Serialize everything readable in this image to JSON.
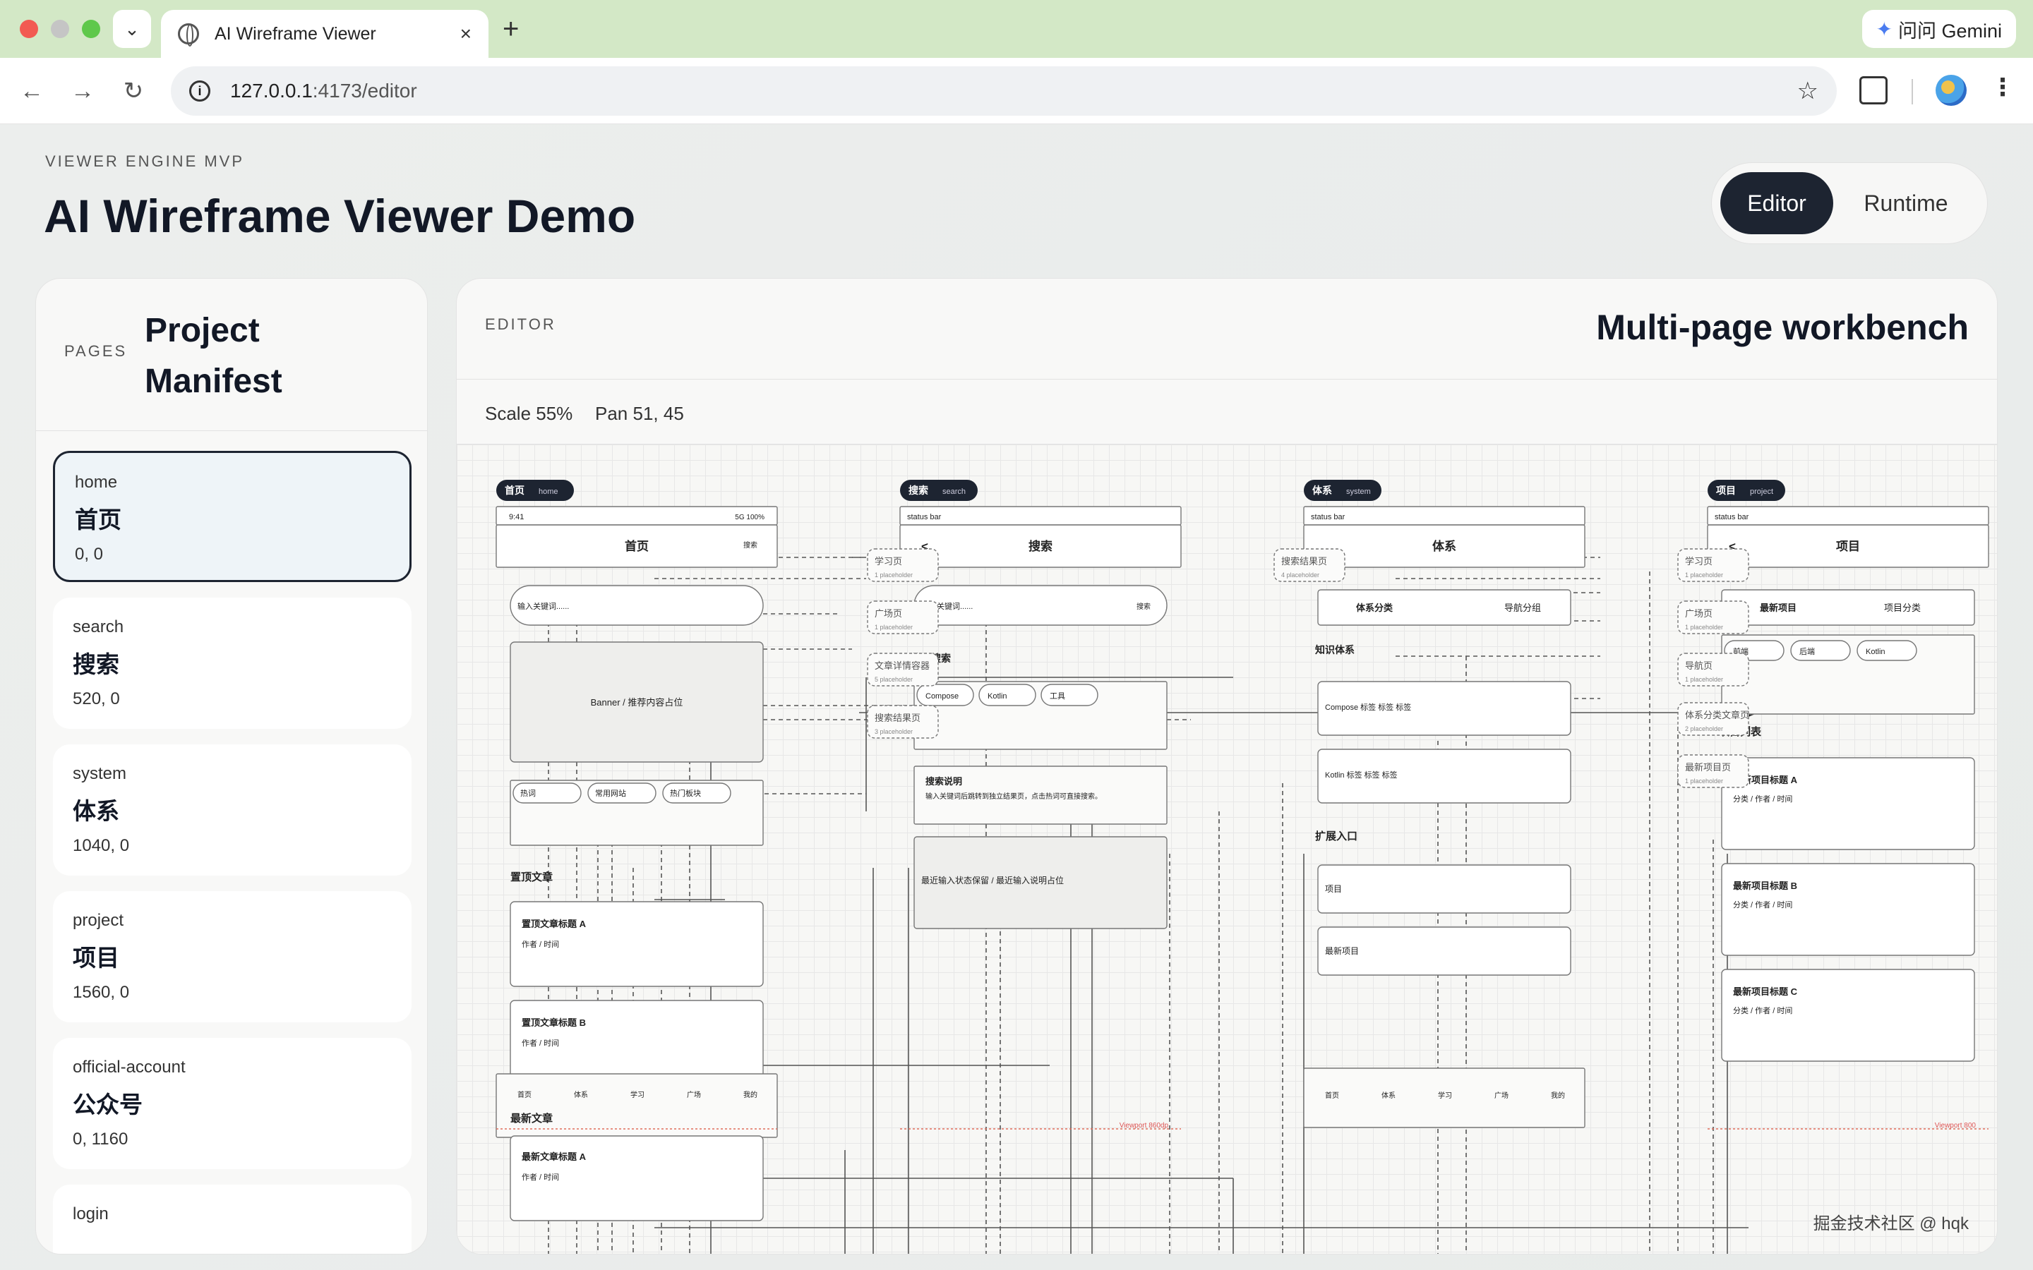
{
  "browser": {
    "tab_title": "AI Wireframe Viewer",
    "tab_close": "×",
    "new_tab": "+",
    "gemini_label": "问问 Gemini",
    "url_host": "127.0.0.1",
    "url_rest": ":4173/editor",
    "nav": {
      "back": "←",
      "forward": "→",
      "reload": "↻",
      "bookmark": "☆",
      "menu": "⋮",
      "tab_dropdown": "⌄"
    }
  },
  "header": {
    "eyebrow": "VIEWER ENGINE MVP",
    "title": "AI Wireframe Viewer Demo",
    "mode_editor": "Editor",
    "mode_runtime": "Runtime"
  },
  "sidebar": {
    "label": "PAGES",
    "title": "Project Manifest",
    "items": [
      {
        "id": "home",
        "name": "首页",
        "pos": "0, 0"
      },
      {
        "id": "search",
        "name": "搜索",
        "pos": "520, 0"
      },
      {
        "id": "system",
        "name": "体系",
        "pos": "1040, 0"
      },
      {
        "id": "project",
        "name": "项目",
        "pos": "1560, 0"
      },
      {
        "id": "official-account",
        "name": "公众号",
        "pos": "0, 1160"
      },
      {
        "id": "login",
        "name": "",
        "pos": ""
      }
    ]
  },
  "editor": {
    "label": "EDITOR",
    "title": "Multi-page workbench",
    "scale": "Scale 55%",
    "pan": "Pan 51, 45",
    "watermark": "掘金技术社区 @ hqk"
  },
  "canvas": {
    "frames": [
      {
        "tag": "首页",
        "sub": "home"
      },
      {
        "tag": "搜索",
        "sub": "search"
      },
      {
        "tag": "体系",
        "sub": "system"
      },
      {
        "tag": "项目",
        "sub": "project"
      }
    ],
    "home": {
      "time": "9:41",
      "signal": "5G 100%",
      "nav_title": "首页",
      "nav_action": "搜索",
      "search": "输入关键词......",
      "banner": "Banner / 推荐内容占位",
      "chips": [
        "热词",
        "常用网站",
        "热门板块"
      ],
      "pinned_title": "置顶文章",
      "pinned": [
        {
          "t": "置顶文章标题 A",
          "m": "作者 / 时间"
        },
        {
          "t": "置顶文章标题 B",
          "m": "作者 / 时间"
        }
      ],
      "latest_title": "最新文章",
      "latest": [
        {
          "t": "最新文章标题 A",
          "m": "作者 / 时间"
        }
      ],
      "tabs": [
        "首页",
        "体系",
        "学习",
        "广场",
        "我的"
      ]
    },
    "search": {
      "status": "status bar",
      "back": "<",
      "nav_title": "搜索",
      "input": "输入关键词......",
      "action": "搜索",
      "hot_title": "热门搜索",
      "hot": [
        "Compose",
        "Kotlin",
        "工具"
      ],
      "desc_title": "搜索说明",
      "desc": "输入关键词后跳转到独立结果页，点击热词可直接搜索。",
      "recent": "最近输入状态保留 / 最近输入说明占位",
      "viewport": "Viewport 860dp"
    },
    "system": {
      "status": "status bar",
      "nav_title": "体系",
      "tabs": [
        "体系分类",
        "导航分组"
      ],
      "knowledge_title": "知识体系",
      "cards": [
        "Compose 标签 标签 标签",
        "Kotlin 标签 标签 标签"
      ],
      "ext_title": "扩展入口",
      "ext": [
        "项目",
        "最新项目"
      ],
      "bottom": [
        "首页",
        "体系",
        "学习",
        "广场",
        "我的"
      ]
    },
    "project": {
      "status": "status bar",
      "back": "<",
      "nav_title": "项目",
      "tabs": [
        "最新项目",
        "项目分类"
      ],
      "chips": [
        "前端",
        "后端",
        "Kotlin"
      ],
      "list_title": "项目列表",
      "items": [
        {
          "t": "最新项目标题 A",
          "m": "分类 / 作者 / 时间"
        },
        {
          "t": "最新项目标题 B",
          "m": "分类 / 作者 / 时间"
        },
        {
          "t": "最新项目标题 C",
          "m": "分类 / 作者 / 时间"
        }
      ],
      "viewport": "Viewport 800"
    },
    "placeholders": [
      {
        "t": "学习页",
        "s": "1 placeholder"
      },
      {
        "t": "广场页",
        "s": "1 placeholder"
      },
      {
        "t": "文章详情容器",
        "s": "5 placeholder"
      },
      {
        "t": "搜索结果页",
        "s": "3 placeholder"
      },
      {
        "t": "搜索结果页",
        "s": "4 placeholder"
      },
      {
        "t": "学习页",
        "s": "1 placeholder"
      },
      {
        "t": "广场页",
        "s": "1 placeholder"
      },
      {
        "t": "导航页",
        "s": "1 placeholder"
      },
      {
        "t": "体系分类文章页",
        "s": "2 placeholder"
      },
      {
        "t": "最新项目页",
        "s": "1 placeholder"
      }
    ]
  }
}
